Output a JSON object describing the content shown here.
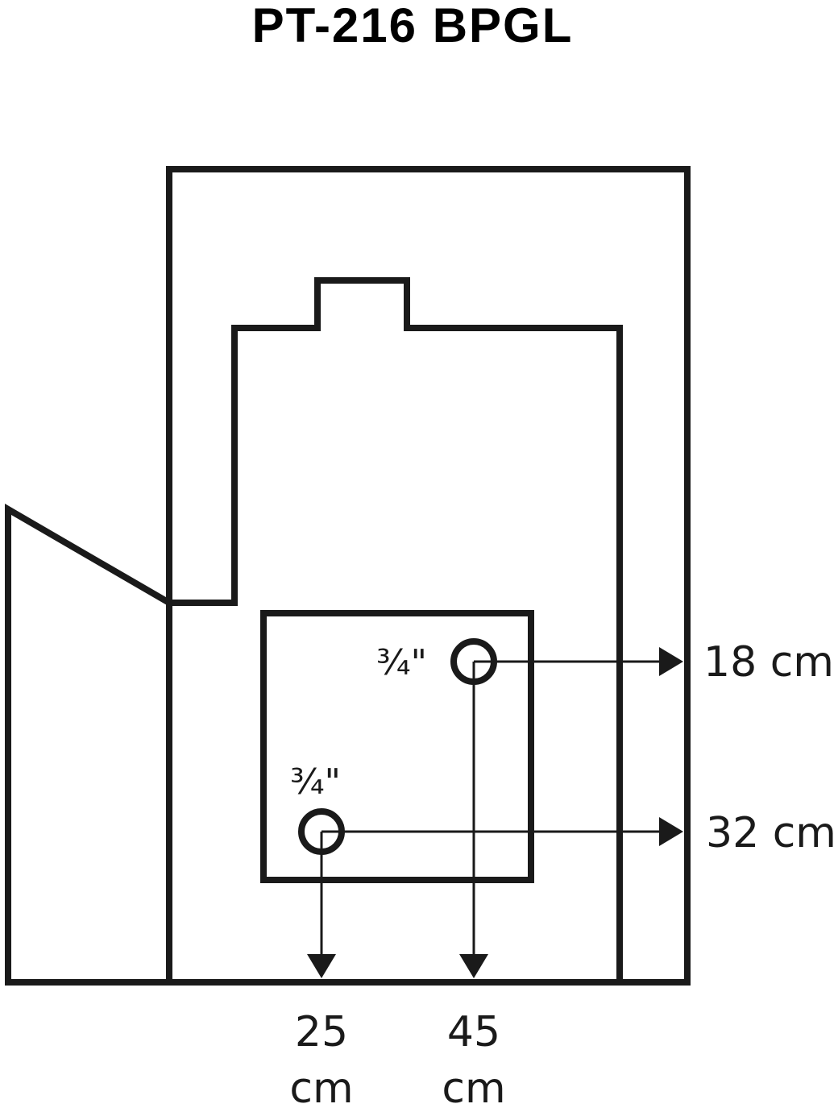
{
  "title": "PT-216 BPGL",
  "colors": {
    "ink": "#1a1a1a",
    "background": "#ffffff"
  },
  "connections": [
    {
      "size_label": "¾\"",
      "right_label": "18 cm",
      "bottom_value": "45",
      "bottom_unit": "cm"
    },
    {
      "size_label": "¾\"",
      "right_label": "32 cm",
      "bottom_value": "25",
      "bottom_unit": "cm"
    }
  ]
}
